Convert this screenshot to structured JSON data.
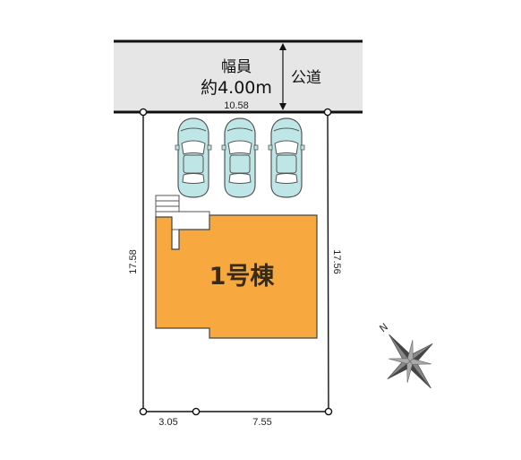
{
  "road": {
    "width_label_line1": "幅員",
    "width_label_line2": "約4.00m",
    "type_label": "公道",
    "fill_color": "#e6e6e6"
  },
  "lot": {
    "frontage": "10.58",
    "left_depth": "17.58",
    "right_depth": "17.56",
    "rear_left_segment": "3.05",
    "rear_right_segment": "7.55"
  },
  "parking": {
    "car_count": 3,
    "car_color": "#bfe6e6"
  },
  "building": {
    "label": "1号棟",
    "fill_color": "#f7a940"
  },
  "compass": {
    "north_label": "N"
  }
}
